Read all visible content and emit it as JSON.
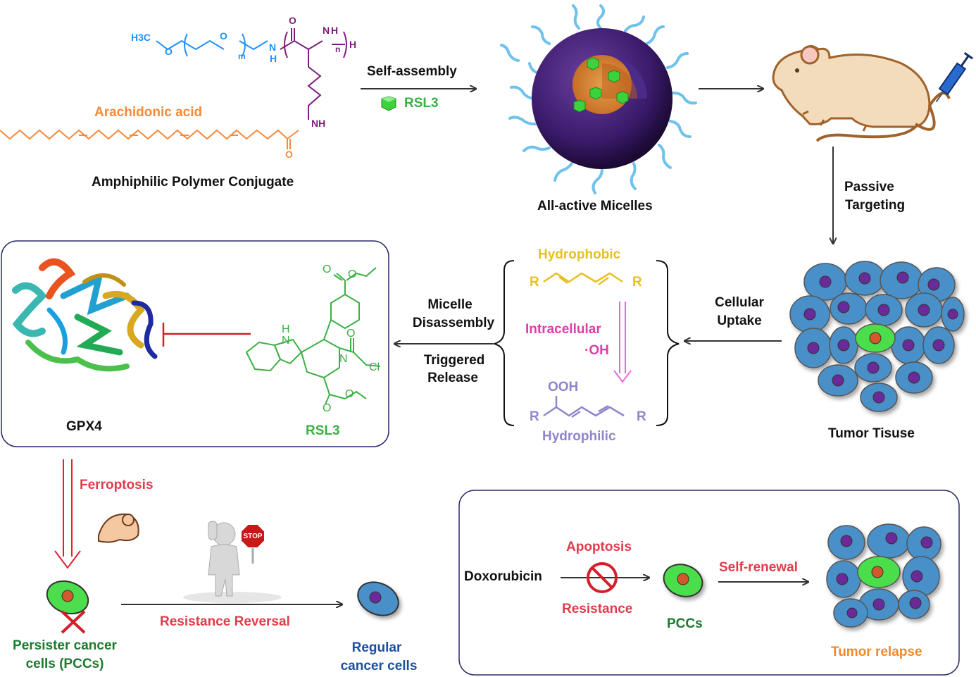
{
  "colors": {
    "peg_blue": "#1e90ff",
    "lysine_purple": "#7b1f7a",
    "arachidonic_orange": "#f58a3a",
    "rsl3_green": "#3cb043",
    "red": "#e03c4b",
    "pink": "#e23ca6",
    "yellow": "#e8c020",
    "lavender": "#8c86cc",
    "cell_blue": "#4a90c8",
    "pcc_green": "#4cde4c",
    "nucleus_purple": "#6a2a9a",
    "dark_green": "#1d7a2e",
    "navy": "#1a4fa0",
    "tumor_orange": "#f28a2a",
    "panel_border": "#2a2a6a"
  },
  "polymer": {
    "formula": {
      "h3c": "H3C",
      "o1": "O",
      "o2": "O",
      "sub_m": "m",
      "nh_amide": "N",
      "nh_amide_h": "H",
      "n_sub": "n",
      "nh_amine": "N",
      "nh_amine_h": "H",
      "h_end": "H",
      "carbonyl_o": "O",
      "nh_side": "NH",
      "carbonyl_o2": "O"
    },
    "acid_label": "Arachidonic acid",
    "title": "Amphiphilic Polymer Conjugate"
  },
  "step1": {
    "label": "Self-assembly",
    "cargo": "RSL3"
  },
  "micelle": {
    "title": "All-active Micelles"
  },
  "step2": {
    "label_line1": "Passive",
    "label_line2": "Targeting"
  },
  "tumor": {
    "title": "Tumor Tisuse"
  },
  "uptake": {
    "line1": "Cellular",
    "line2": "Uptake"
  },
  "mechanism": {
    "hydrophobic": "Hydrophobic",
    "r_left": "R",
    "r_right": "R",
    "trigger_line1": "Intracellular",
    "trigger_line2": "·OH",
    "ooh": "OOH",
    "r_left2": "R",
    "r_right2": "R",
    "hydrophilic": "Hydrophilic"
  },
  "release": {
    "line1": "Micelle",
    "line2": "Disassembly",
    "line3": "Triggered",
    "line4": "Release"
  },
  "panel1": {
    "gpx4": "GPX4",
    "rsl3": "RSL3",
    "rsl3_struct": {
      "o1": "O",
      "o2": "O",
      "o3": "O",
      "o4": "O",
      "o5": "O",
      "h": "H",
      "n1": "N",
      "n2": "N",
      "cl": "Cl"
    }
  },
  "ferroptosis": {
    "label": "Ferroptosis"
  },
  "pcc": {
    "line1": "Persister cancer",
    "line2": "cells (PCCs)"
  },
  "reversal": {
    "label": "Resistance Reversal",
    "stop": "STOP"
  },
  "regular": {
    "line1": "Regular",
    "line2": "cancer cells"
  },
  "panel2": {
    "drug": "Doxorubicin",
    "apoptosis": "Apoptosis",
    "resistance": "Resistance",
    "pccs": "PCCs",
    "self_renewal": "Self-renewal",
    "relapse": "Tumor relapse"
  }
}
